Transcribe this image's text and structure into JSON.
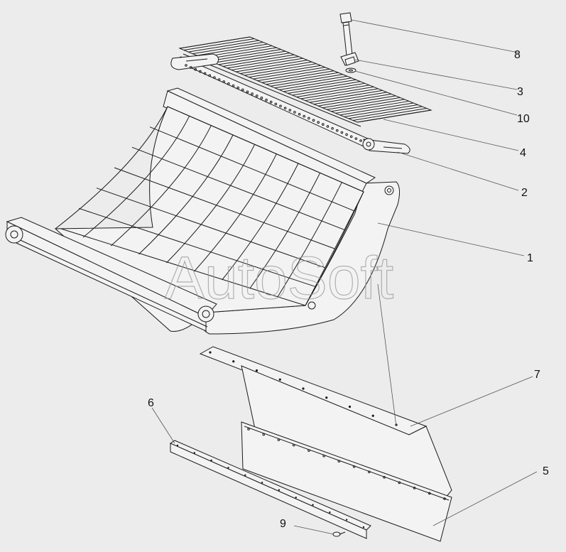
{
  "watermark": "AutoSoft",
  "callouts": [
    {
      "id": "c8",
      "label": "8"
    },
    {
      "id": "c3",
      "label": "3"
    },
    {
      "id": "c10",
      "label": "10"
    },
    {
      "id": "c4",
      "label": "4"
    },
    {
      "id": "c2",
      "label": "2"
    },
    {
      "id": "c1",
      "label": "1"
    },
    {
      "id": "c7",
      "label": "7"
    },
    {
      "id": "c6",
      "label": "6"
    },
    {
      "id": "c5",
      "label": "5"
    },
    {
      "id": "c9",
      "label": "9"
    }
  ],
  "colors": {
    "background": "#ececec",
    "line": "#1a1a1a",
    "fill": "#f3f3f3"
  }
}
